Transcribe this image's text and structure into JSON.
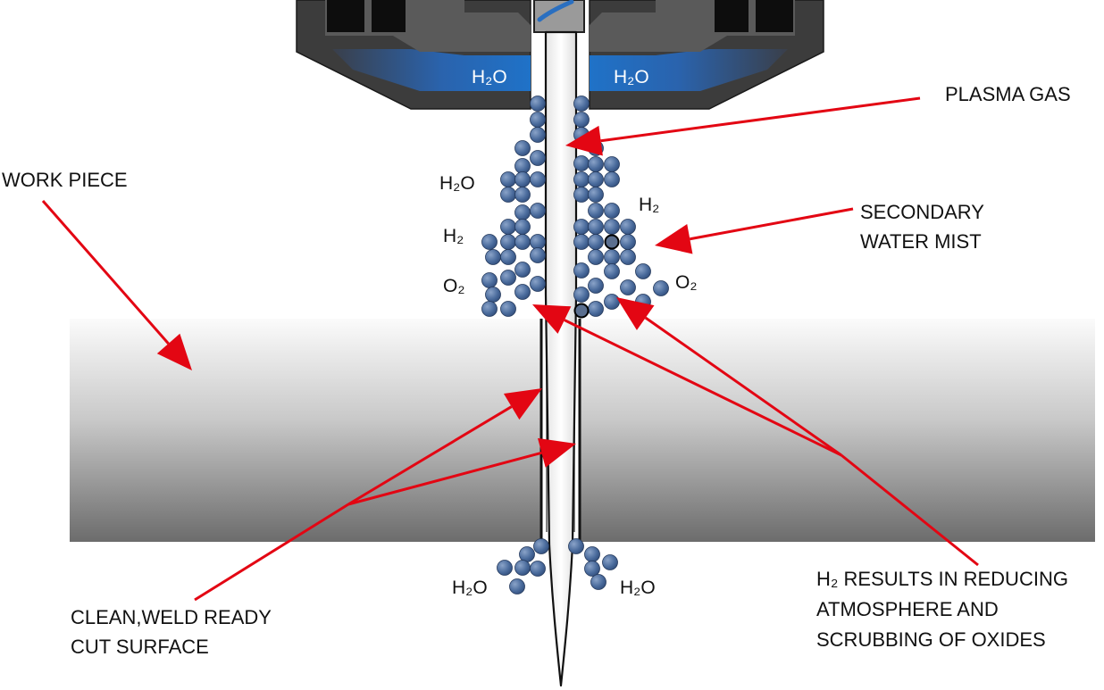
{
  "labels": {
    "plasma_gas": "PLASMA GAS",
    "work_piece": "WORK PIECE",
    "secondary_line1": "SECONDARY",
    "secondary_line2": "WATER MIST",
    "clean_line1": "CLEAN,WELD READY",
    "clean_line2": "CUT SURFACE",
    "h2_line1": "H₂ RESULTS IN REDUCING",
    "h2_line2": "ATMOSPHERE AND",
    "h2_line3": "SCRUBBING OF OXIDES"
  },
  "chemicals": {
    "h2o_nozzle_left": "H₂O",
    "h2o_nozzle_right": "H₂O",
    "h2o_left": "H₂O",
    "h2_left": "H₂",
    "o2_left": "O₂",
    "h2_right": "H₂",
    "o2_right": "O₂",
    "h2o_bottom_left": "H₂O",
    "h2o_bottom_right": "H₂O"
  },
  "colors": {
    "arrow": "#e30613",
    "water_blue": "#1f6fc0",
    "droplet": "#4a6b9c",
    "nozzle_dark": "#3c3c3c"
  }
}
